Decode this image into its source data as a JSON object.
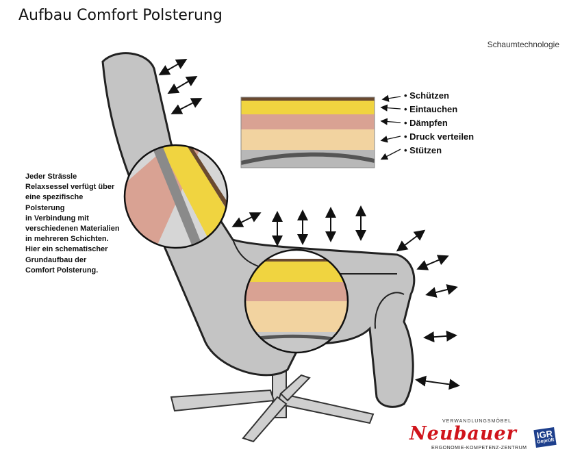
{
  "title": "Aufbau Comfort Polsterung",
  "subtitle": "Schaumtechnologie",
  "description_lines": [
    "Jeder Strässle",
    "Relaxsessel verfügt über",
    "eine spezifische",
    "Polsterung",
    "in Verbindung mit",
    "verschiedenen Materialien",
    "in mehreren Schichten.",
    "Hier ein schematischer",
    "Grundaufbau der",
    "Comfort Polsterung."
  ],
  "layers": [
    {
      "label": "• Schützen",
      "color": "#7a5a3a"
    },
    {
      "label": "• Eintauchen",
      "color": "#f2d640"
    },
    {
      "label": "• Dämpfen",
      "color": "#d9a293"
    },
    {
      "label": "• Druck verteilen",
      "color": "#f2d3a0"
    },
    {
      "label": "• Stützen",
      "color": "#9a9a9a"
    }
  ],
  "logo": {
    "top_text": "VERWANDLUNGSMÖBEL",
    "brand": "Neubauer",
    "tagline": "ERGONOMIE-KOMPETENZ-ZENTRUM",
    "badge": "IGR",
    "badge_sub": "Geprüft"
  }
}
